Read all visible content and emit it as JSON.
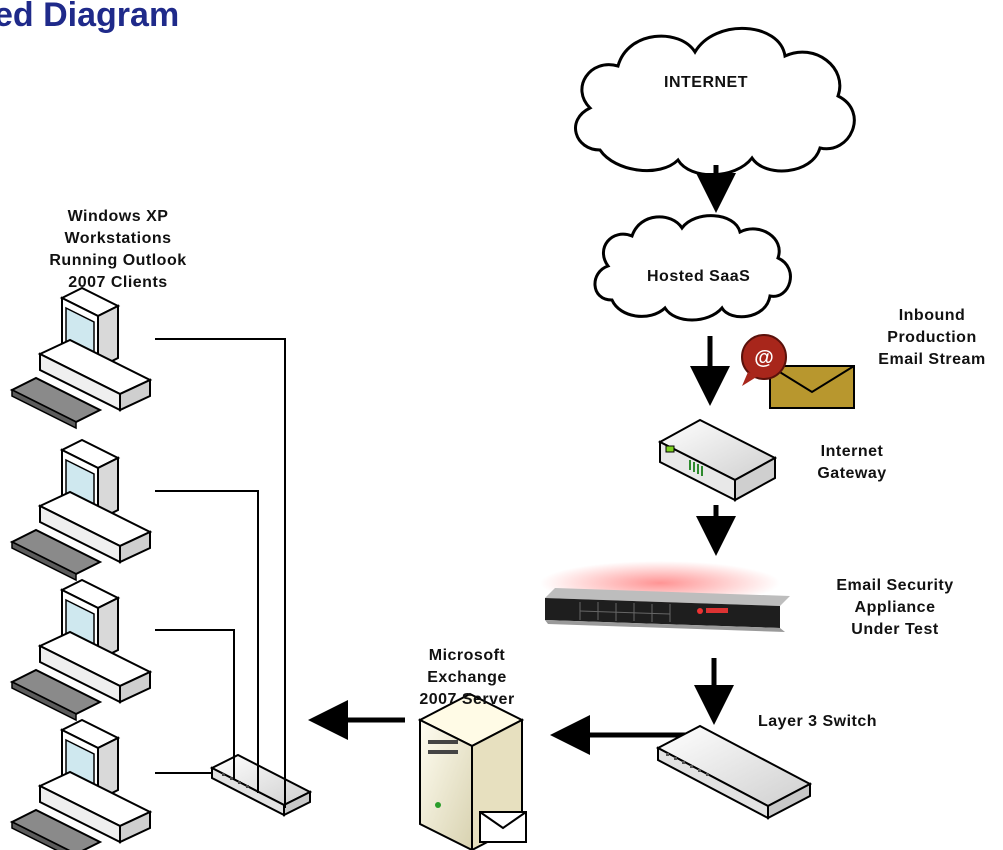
{
  "title": "ed Diagram",
  "nodes": {
    "internet": "INTERNET",
    "saas": "Hosted SaaS",
    "inbound": [
      "Inbound",
      "Production",
      "Email Stream"
    ],
    "gateway": [
      "Internet",
      "Gateway"
    ],
    "appliance": [
      "Email Security",
      "Appliance",
      "Under Test"
    ],
    "switch": "Layer 3 Switch",
    "exchange": [
      "Microsoft",
      "Exchange",
      "2007 Server"
    ],
    "workstations": [
      "Windows XP",
      "Workstations",
      "Running Outlook",
      "2007 Clients"
    ]
  },
  "icons": {
    "cloud": "cloud-icon",
    "email": "email-envelope-icon",
    "router": "router-icon",
    "rack": "rack-server-icon",
    "switch": "network-switch-icon",
    "tower": "tower-server-icon",
    "workstation": "workstation-icon",
    "hub": "hub-icon"
  },
  "colors": {
    "title": "#1f2a8a",
    "email_badge": "#a8261b",
    "envelope": "#b8972e"
  }
}
